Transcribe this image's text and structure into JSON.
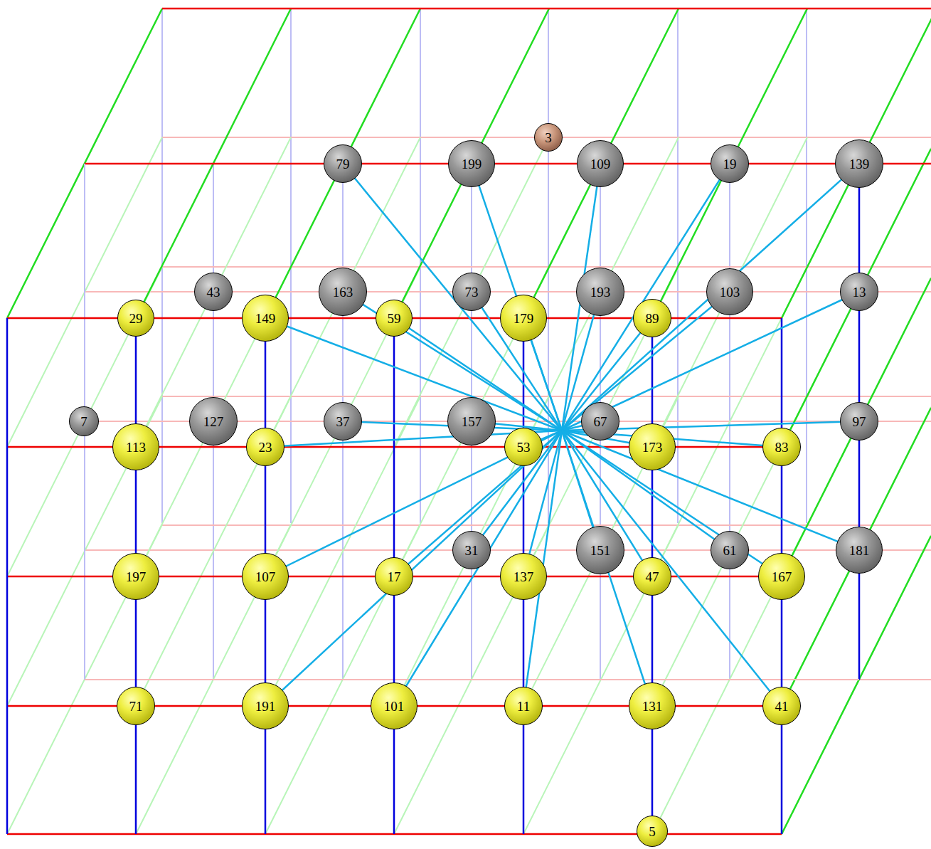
{
  "diagram": {
    "nodes": [
      {
        "text": [
          "3"
        ]
      },
      {
        "text": [
          "79"
        ]
      },
      {
        "text": [
          "199"
        ]
      },
      {
        "text": [
          "109"
        ]
      },
      {
        "text": [
          "19"
        ]
      },
      {
        "text": [
          "139"
        ]
      },
      {
        "text": [
          "43"
        ]
      },
      {
        "text": [
          "163"
        ]
      },
      {
        "text": [
          "73"
        ]
      },
      {
        "text": [
          "193"
        ]
      },
      {
        "text": [
          "103"
        ]
      },
      {
        "text": [
          "13"
        ]
      },
      {
        "text": [
          "29"
        ]
      },
      {
        "text": [
          "149"
        ]
      },
      {
        "text": [
          "59"
        ]
      },
      {
        "text": [
          "179"
        ]
      },
      {
        "text": [
          "89"
        ]
      },
      {
        "text": [
          "7"
        ]
      },
      {
        "text": [
          "127"
        ]
      },
      {
        "text": [
          "37"
        ]
      },
      {
        "text": [
          "157"
        ]
      },
      {
        "text": [
          "67"
        ]
      },
      {
        "text": [
          "97"
        ]
      },
      {
        "text": [
          "113"
        ]
      },
      {
        "text": [
          "23"
        ]
      },
      {
        "text": [
          "53"
        ]
      },
      {
        "text": [
          "173"
        ]
      },
      {
        "text": [
          "83"
        ]
      },
      {
        "text": [
          "31"
        ]
      },
      {
        "text": [
          "151"
        ]
      },
      {
        "text": [
          "61"
        ]
      },
      {
        "text": [
          "181"
        ]
      },
      {
        "text": [
          "197"
        ]
      },
      {
        "text": [
          "107"
        ]
      },
      {
        "text": [
          "17"
        ]
      },
      {
        "text": [
          "137"
        ]
      },
      {
        "text": [
          "47"
        ]
      },
      {
        "text": [
          "167"
        ]
      },
      {
        "text": [
          "71"
        ]
      },
      {
        "text": [
          "191"
        ]
      },
      {
        "text": [
          "101"
        ]
      },
      {
        "text": [
          "11"
        ]
      },
      {
        "text": [
          "131"
        ]
      },
      {
        "text": [
          "41"
        ]
      },
      {
        "text": [
          "5"
        ]
      }
    ]
  }
}
